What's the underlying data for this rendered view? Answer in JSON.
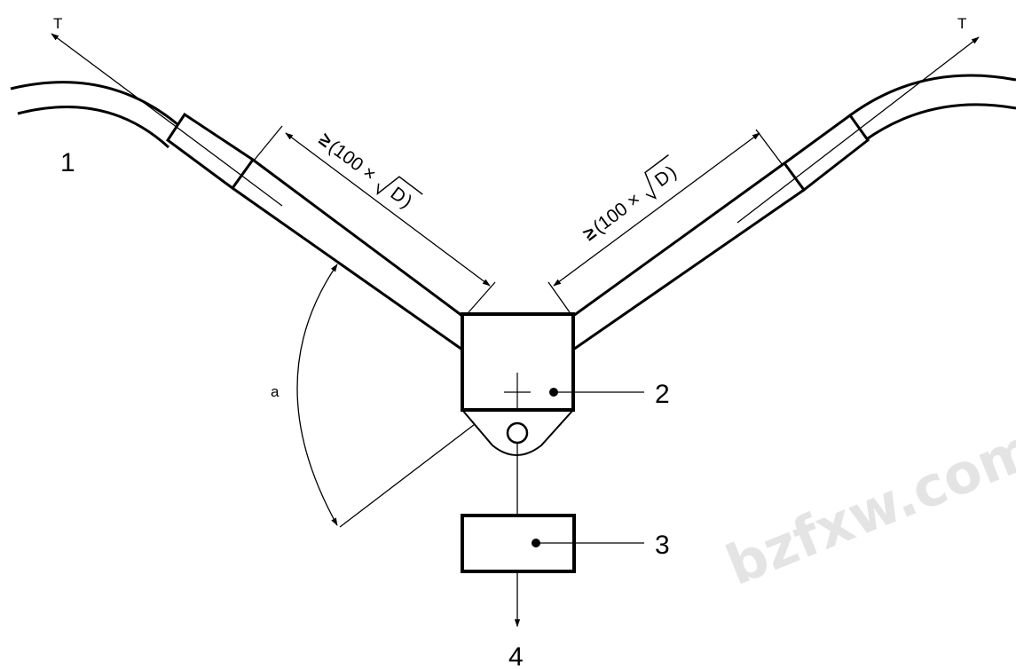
{
  "labels": {
    "tension_left": "T",
    "tension_right": "T",
    "part_1": "1",
    "part_2": "2",
    "part_3": "3",
    "part_4": "4",
    "angle": "a"
  },
  "dimension": {
    "symbol": "≥",
    "expression_prefix": "(100 × ",
    "radicand": "D",
    "expression_suffix": ")"
  },
  "watermark": "bzfxw.com",
  "colors": {
    "line": "#000000",
    "background": "#ffffff",
    "watermark": "#cfcfcf"
  }
}
